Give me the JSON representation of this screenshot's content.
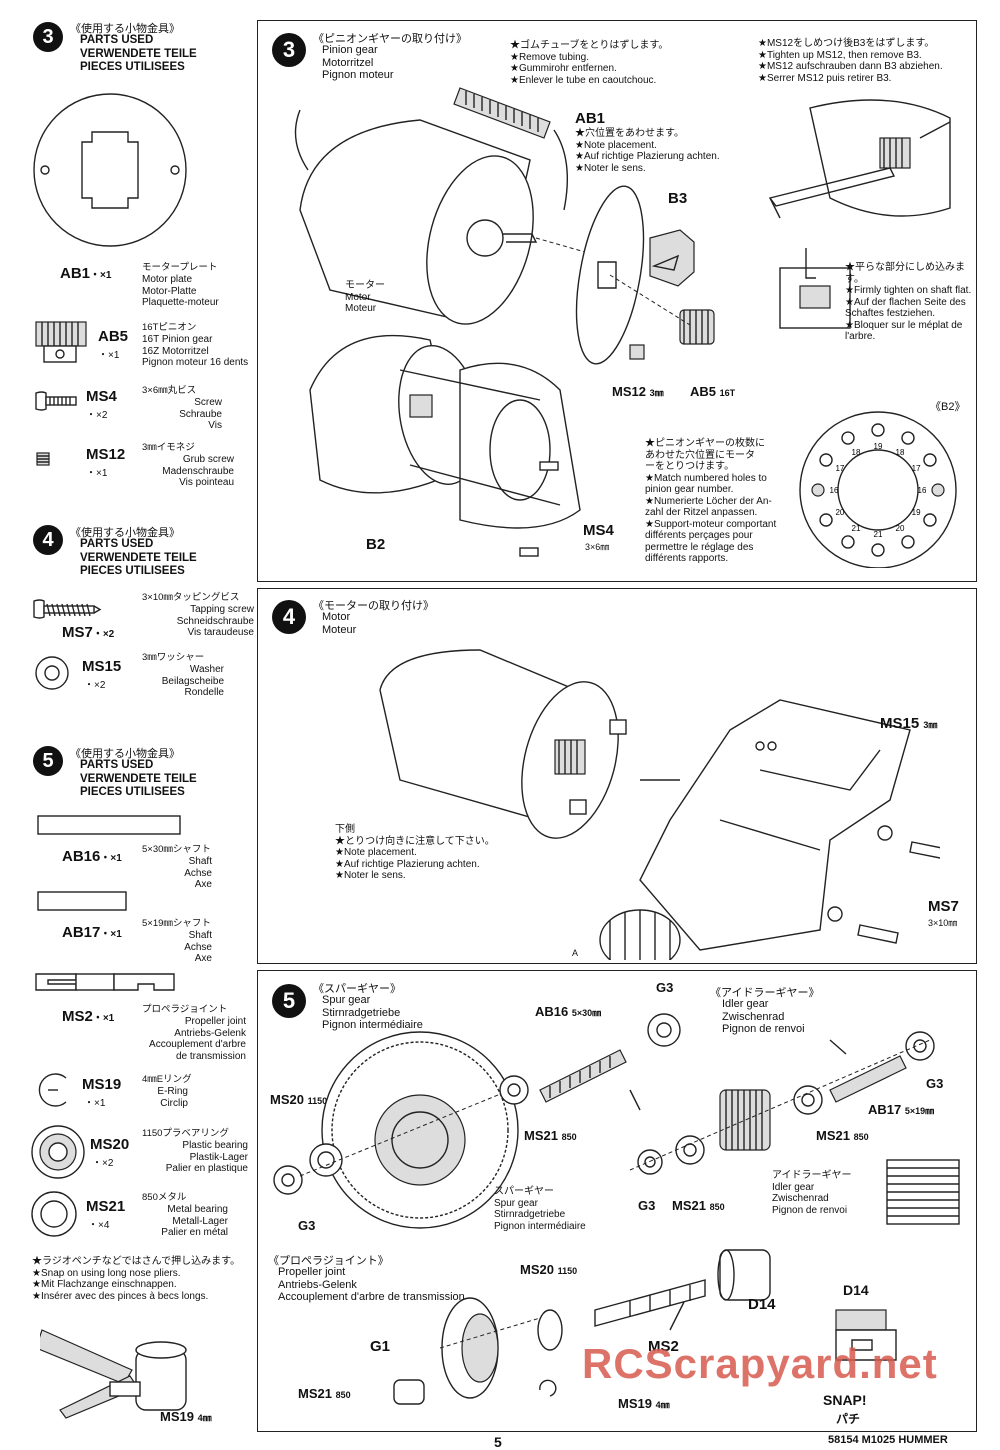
{
  "page": {
    "number": "5",
    "footer": "58154 M1025 HUMMER",
    "watermark": "RCScrapyard.net"
  },
  "left": {
    "sec3": {
      "num": "3",
      "jp": "《使用する小物金具》",
      "en": [
        "PARTS USED",
        "VERWENDETE TEILE",
        "PIECES UTILISEES"
      ],
      "parts": [
        {
          "code": "AB1",
          "qty": "・×1",
          "jp": "モータープレート",
          "names": [
            "Motor plate",
            "Motor-Platte",
            "Plaquette-moteur"
          ]
        },
        {
          "code": "AB5",
          "qty": "・×1",
          "jp": "16Tピニオン",
          "names": [
            "16T Pinion gear",
            "16Z Motorritzel",
            "Pignon moteur 16 dents"
          ]
        },
        {
          "code": "MS4",
          "qty": "・×2",
          "jp": "3×6㎜丸ビス",
          "names": [
            "Screw",
            "Schraube",
            "Vis"
          ]
        },
        {
          "code": "MS12",
          "qty": "・×1",
          "jp": "3㎜イモネジ",
          "names": [
            "Grub screw",
            "Madenschraube",
            "Vis pointeau"
          ]
        }
      ]
    },
    "sec4": {
      "num": "4",
      "jp": "《使用する小物金具》",
      "en": [
        "PARTS USED",
        "VERWENDETE TEILE",
        "PIECES UTILISEES"
      ],
      "parts": [
        {
          "code": "MS7",
          "qty": "・×2",
          "jp": "3×10㎜タッピングビス",
          "names": [
            "Tapping screw",
            "Schneidschraube",
            "Vis taraudeuse"
          ]
        },
        {
          "code": "MS15",
          "qty": "・×2",
          "jp": "3㎜ワッシャー",
          "names": [
            "Washer",
            "Beilagscheibe",
            "Rondelle"
          ]
        }
      ]
    },
    "sec5": {
      "num": "5",
      "jp": "《使用する小物金具》",
      "en": [
        "PARTS USED",
        "VERWENDETE TEILE",
        "PIECES UTILISEES"
      ],
      "parts": [
        {
          "code": "AB16",
          "qty": "・×1",
          "jp": "5×30㎜シャフト",
          "names": [
            "Shaft",
            "Achse",
            "Axe"
          ]
        },
        {
          "code": "AB17",
          "qty": "・×1",
          "jp": "5×19㎜シャフト",
          "names": [
            "Shaft",
            "Achse",
            "Axe"
          ]
        },
        {
          "code": "MS2",
          "qty": "・×1",
          "jp": "プロペラジョイント",
          "names": [
            "Propeller joint",
            "Antriebs-Gelenk",
            "Accouplement d'arbre",
            "de transmission"
          ]
        },
        {
          "code": "MS19",
          "qty": "・×1",
          "jp": "4㎜Eリング",
          "names": [
            "E-Ring",
            "Circlip"
          ]
        },
        {
          "code": "MS20",
          "qty": "・×2",
          "jp": "1150プラベアリング",
          "names": [
            "Plastic bearing",
            "Plastik-Lager",
            "Palier en plastique"
          ]
        },
        {
          "code": "MS21",
          "qty": "・×4",
          "jp": "850メタル",
          "names": [
            "Metal bearing",
            "Metall-Lager",
            "Palier en métal"
          ]
        }
      ],
      "snap_note": [
        "★ラジオペンチなどではさんで押し込みます。",
        "★Snap on using long nose pliers.",
        "★Mit Flachzange einschnappen.",
        "★Insérer avec des pinces à becs longs."
      ],
      "ms19_label": "MS19",
      "ms19_size": "4㎜"
    }
  },
  "box3": {
    "num": "3",
    "jp": "《ピニオンギヤーの取り付け》",
    "title": [
      "Pinion gear",
      "Motorritzel",
      "Pignon moteur"
    ],
    "tube_note": [
      "★ゴムチューブをとりはずします。",
      "★Remove tubing.",
      "★Gummirohr entfernen.",
      "★Enlever le tube en caoutchouc."
    ],
    "ab1_label": "AB1",
    "ab1_note": [
      "★穴位置をあわせます。",
      "★Note placement.",
      "★Auf richtige Plazierung achten.",
      "★Noter le sens."
    ],
    "motor_label": [
      "モーター",
      "Motor",
      "Moteur"
    ],
    "b3_label": "B3",
    "ms12_label": "MS12",
    "ms12_size": "3㎜",
    "ab5_label": "AB5",
    "ab5_size": "16T",
    "b2_label": "B2",
    "ms4_label": "MS4",
    "ms4_size": "3×6㎜",
    "tighten_note": [
      "★MS12をしめつけ後B3をはずします。",
      "★Tighten up MS12, then remove B3.",
      "★MS12 aufschrauben dann B3 abziehen.",
      "★Serrer MS12 puis retirer B3."
    ],
    "flat_note": [
      "★平らな部分にしめ込みます。",
      "★Firmly tighten on shaft flat.",
      "★Auf der flachen Seite des",
      "Schaftes festziehen.",
      "★Bloquer sur le méplat de",
      "l'arbre."
    ],
    "b2_title": "《B2》",
    "b2_holes": [
      "18",
      "17",
      "16",
      "19",
      "20",
      "21",
      "21",
      "20",
      "16",
      "17",
      "18",
      "19"
    ],
    "holes_note": [
      "★ピニオンギヤーの枚数に",
      "あわせた穴位置にモータ",
      "ーをとりつけます。",
      "★Match numbered holes to",
      "pinion gear number.",
      "★Numerierte Löcher der An-",
      "zahl der Ritzel anpassen.",
      "★Support-moteur comportant",
      "différents perçages pour",
      "permettre le réglage des",
      "différents rapports."
    ]
  },
  "box4": {
    "num": "4",
    "jp": "《モーターの取り付け》",
    "title": [
      "Motor",
      "Moteur"
    ],
    "underside_note": [
      "下側",
      "★とりつけ向きに注意して下さい。",
      "★Note placement.",
      "★Auf richtige Plazierung achten.",
      "★Noter le sens."
    ],
    "ms15_label": "MS15",
    "ms15_size": "3㎜",
    "ms7_label": "MS7",
    "ms7_size": "3×10㎜",
    "a_label": "A"
  },
  "box5": {
    "num": "5",
    "jp": "《スパーギヤー》",
    "title": [
      "Spur gear",
      "Stirnradgetriebe",
      "Pignon intermédiaire"
    ],
    "idler_jp": "《アイドラーギヤー》",
    "idler_title": [
      "Idler gear",
      "Zwischenrad",
      "Pignon de renvoi"
    ],
    "spur_center_label": [
      "スパーギヤー",
      "Spur gear",
      "Stirnradgetriebe",
      "Pignon intermédiaire"
    ],
    "idler_center_label": [
      "アイドラーギヤー",
      "Idler gear",
      "Zwischenrad",
      "Pignon de renvoi"
    ],
    "prop_jp": "《プロペラジョイント》",
    "prop_title": [
      "Propeller joint",
      "Antriebs-Gelenk",
      "Accouplement d'arbre de transmission"
    ],
    "labels": {
      "ab16": "AB16",
      "ab16_size": "5×30㎜",
      "g3a": "G3",
      "g3b": "G3",
      "g3c": "G3",
      "g3d": "G3",
      "ms20a": "MS20",
      "ms20a_size": "1150",
      "ms21a": "MS21",
      "ms21a_size": "850",
      "ms21b": "MS21",
      "ms21b_size": "850",
      "ms21c": "MS21",
      "ms21c_size": "850",
      "ab17": "AB17",
      "ab17_size": "5×19㎜",
      "ms20b": "MS20",
      "ms20b_size": "1150",
      "d14a": "D14",
      "d14b": "D14",
      "g1": "G1",
      "ms2": "MS2",
      "ms21d": "MS21",
      "ms21d_size": "850",
      "ms19": "MS19",
      "ms19_size": "4㎜",
      "snap": "SNAP!",
      "snap_jp": "パチ"
    }
  }
}
